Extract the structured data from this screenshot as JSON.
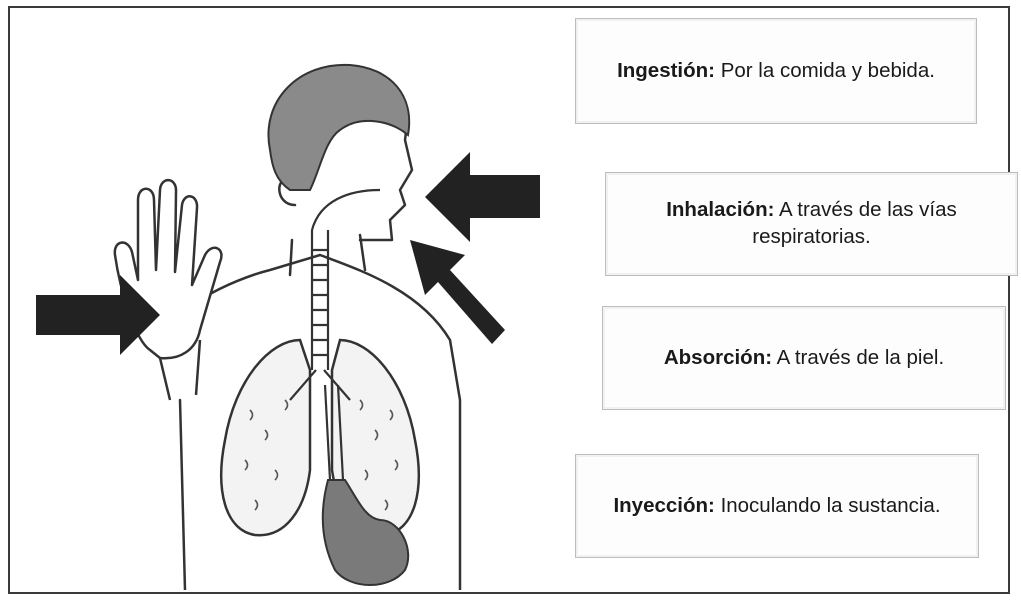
{
  "routes": [
    {
      "term": "Ingestión:",
      "description": "Por la comida y bebida."
    },
    {
      "term": "Inhalación:",
      "description": "A través de las vías respiratorias."
    },
    {
      "term": "Absorción:",
      "description": "A través de la piel."
    },
    {
      "term": "Inyección:",
      "description": "Inoculando la sustancia."
    }
  ],
  "colors": {
    "arrow": "#222222",
    "hair": "#8a8a8a",
    "stomach": "#7a7a7a",
    "outline": "#333333"
  },
  "icons": [
    "arrow-right-icon",
    "human-body-illustration"
  ]
}
